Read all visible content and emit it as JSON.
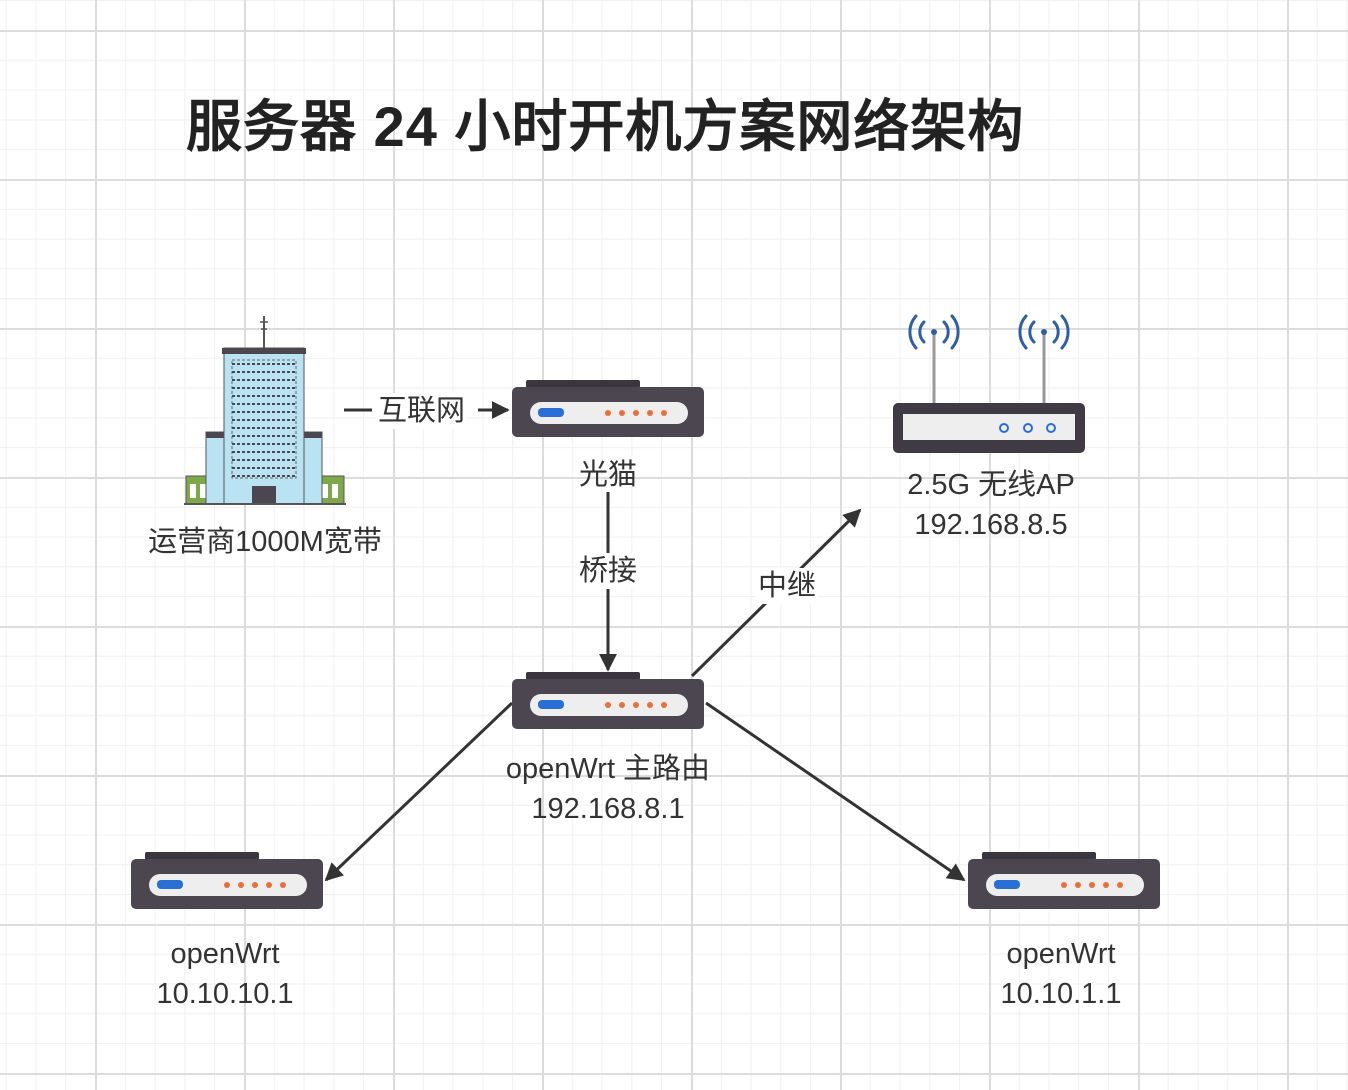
{
  "diagram": {
    "title": "服务器 24 小时开机方案网络架构",
    "nodes": {
      "isp": {
        "label": "运营商1000M宽带",
        "icon": "office-building-icon"
      },
      "modem": {
        "label": "光猫",
        "icon": "router-icon"
      },
      "wireless_ap": {
        "label": "2.5G 无线AP",
        "ip": "192.168.8.5",
        "icon": "wireless-router-icon"
      },
      "main_router": {
        "label": "openWrt 主路由",
        "ip": "192.168.8.1",
        "icon": "router-icon"
      },
      "left_router": {
        "label": "openWrt",
        "ip": "10.10.10.1",
        "icon": "router-icon"
      },
      "right_router": {
        "label": "openWrt",
        "ip": "10.10.1.1",
        "icon": "router-icon"
      }
    },
    "edges": {
      "internet": {
        "label": "互联网"
      },
      "bridge": {
        "label": "桥接"
      },
      "relay": {
        "label": "中继"
      }
    },
    "colors": {
      "router_body": "#4b4650",
      "router_dark": "#3a353e",
      "panel": "#eeeeee",
      "led_blue": "#2a6fd6",
      "led_orange": "#e8703a",
      "wifi_blue": "#2d5fa8",
      "line": "#333333",
      "building_glass": "#b9e2f2",
      "building_green": "#7fa84a"
    }
  }
}
